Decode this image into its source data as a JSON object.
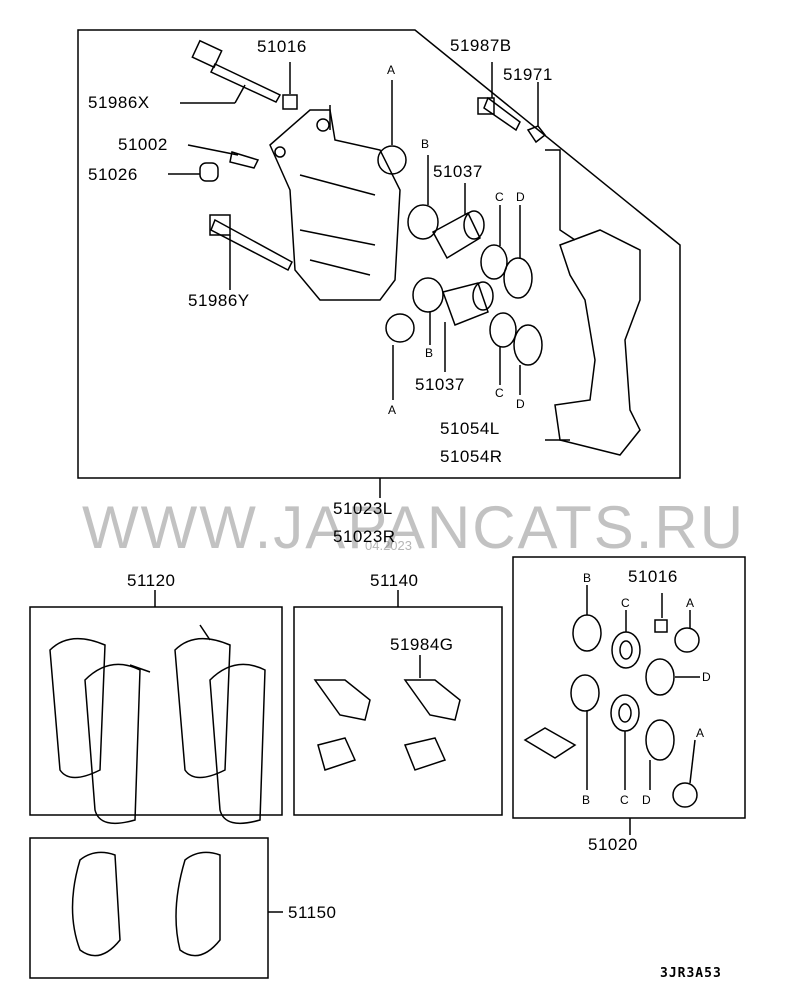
{
  "watermark": "WWW.JAPANCATS.RU",
  "date_stamp": "04.2023",
  "drawing_code": "3JR3A53",
  "caliper_assembly": {
    "labels": {
      "bolt_x": "51986X",
      "bushing": "51016",
      "bleeder": "51002",
      "cap": "51026",
      "bolt_y": "51986Y",
      "bolt_b": "51987B",
      "washer": "51971",
      "piston_upper": "51037",
      "piston_lower": "51037",
      "bracket_l": "51054L",
      "bracket_r": "51054R",
      "assy_l": "51023L",
      "assy_r": "51023R"
    },
    "letters": {
      "a_top": "A",
      "a_bottom": "A",
      "b_top": "B",
      "b_bottom": "B",
      "c_top": "C",
      "c_bottom": "C",
      "d_top": "D",
      "d_bottom": "D"
    }
  },
  "pad_set": {
    "label": "51120"
  },
  "clip_kit": {
    "label": "51140",
    "sub_label": "51984G"
  },
  "seal_kit": {
    "label": "51020",
    "bushing": "51016",
    "letters": {
      "b_top": "B",
      "c_top": "C",
      "a_top": "A",
      "d_mid": "D",
      "a_low": "A",
      "b_bottom": "B",
      "c_bottom": "C",
      "d_bottom": "D"
    }
  },
  "shim_set": {
    "label": "51150"
  }
}
